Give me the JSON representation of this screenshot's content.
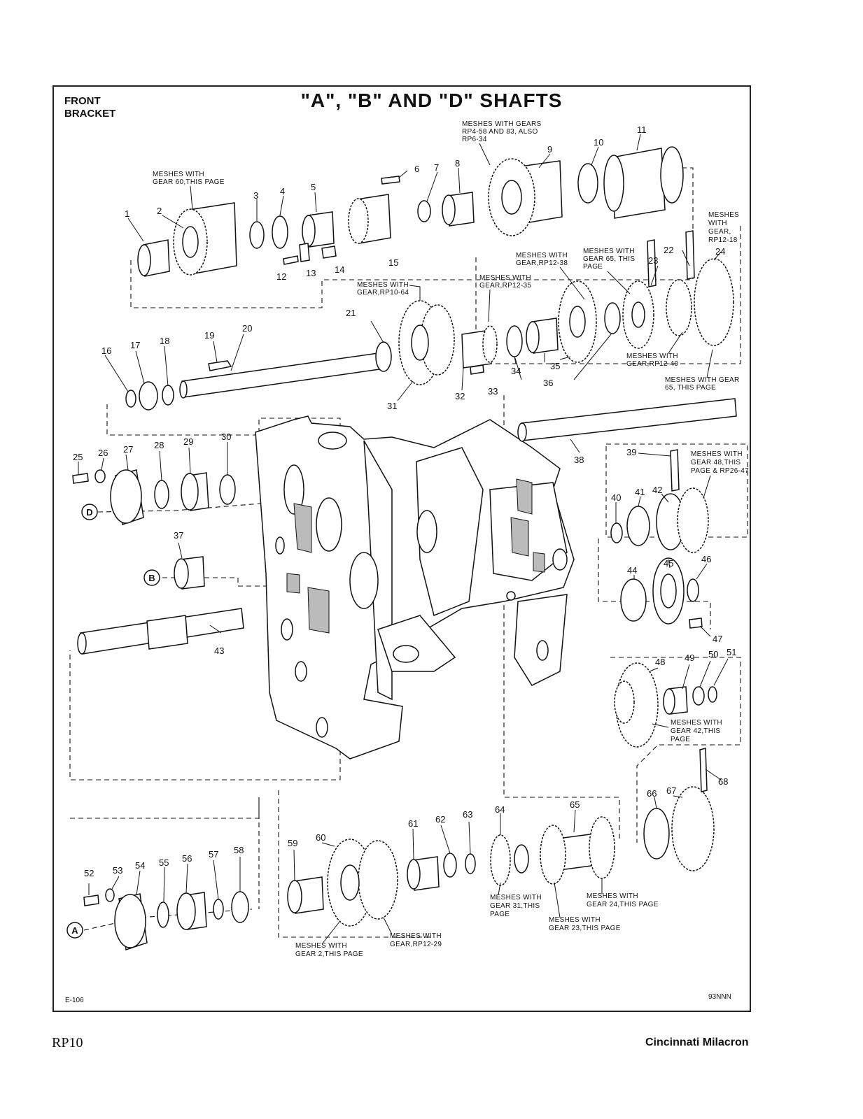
{
  "header": {
    "left_line1": "FRONT",
    "left_line2": "BRACKET",
    "title": "\"A\", \"B\" AND \"D\" SHAFTS"
  },
  "codes": {
    "bottom_left": "E-106",
    "bottom_right": "93NNN"
  },
  "footer": {
    "page": "RP10",
    "company": "Cincinnati Milacron"
  },
  "circle_labels": {
    "d": "D",
    "b": "B",
    "a": "A"
  },
  "part_numbers": [
    "1",
    "2",
    "3",
    "4",
    "5",
    "6",
    "7",
    "8",
    "9",
    "10",
    "11",
    "12",
    "13",
    "14",
    "15",
    "16",
    "17",
    "18",
    "19",
    "20",
    "21",
    "22",
    "23",
    "24",
    "25",
    "26",
    "27",
    "28",
    "29",
    "30",
    "31",
    "32",
    "33",
    "34",
    "35",
    "36",
    "37",
    "38",
    "39",
    "40",
    "41",
    "42",
    "43",
    "44",
    "45",
    "46",
    "47",
    "48",
    "49",
    "50",
    "51",
    "52",
    "53",
    "54",
    "55",
    "56",
    "57",
    "58",
    "59",
    "60",
    "61",
    "62",
    "63",
    "64",
    "65",
    "66",
    "67",
    "68"
  ],
  "notes": {
    "n9_1": "MESHES WITH GEARS",
    "n9_2": "RP4-58 AND 83, ALSO",
    "n9_3": "RP6-34",
    "n2_1": "MESHES WITH",
    "n2_2": "GEAR 60,THIS PAGE",
    "n24_1": "MESHES",
    "n24_2": "WITH",
    "n24_3": "GEAR,",
    "n24_4": "RP12-18",
    "n35_1": "MESHES WITH",
    "n35_2": "GEAR,RP12-38",
    "n23_1": "MESHES WITH",
    "n23_2": "GEAR 65, THIS",
    "n23_3": "PAGE",
    "n32_1": "MESHES WITH",
    "n32_2": "GEAR,RP12-35",
    "n31_1": "MESHES WITH",
    "n31_2": "GEAR,RP10-64",
    "n40_1": "MESHES WITH",
    "n40_2": "GEAR,RP12-40",
    "n65a_1": "MESHES WITH GEAR",
    "n65a_2": "65, THIS PAGE",
    "n42_1": "MESHES WITH",
    "n42_2": "GEAR 48,THIS",
    "n42_3": "PAGE & RP26-47",
    "n48_1": "MESHES WITH",
    "n48_2": "GEAR 42,THIS",
    "n48_3": "PAGE",
    "n64_1": "MESHES WITH",
    "n64_2": "GEAR 31,THIS",
    "n64_3": "PAGE",
    "n65b_1": "MESHES WITH",
    "n65b_2": "GEAR 24,THIS PAGE",
    "n65c_1": "MESHES WITH",
    "n65c_2": "GEAR 23,THIS PAGE",
    "n60_1": "MESHES WITH",
    "n60_2": "GEAR 2,THIS PAGE",
    "n60b_1": "MESHES WITH",
    "n60b_2": "GEAR,RP12-29"
  }
}
